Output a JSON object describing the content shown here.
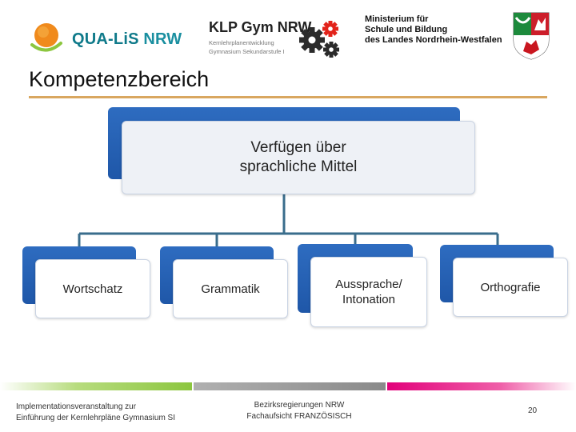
{
  "header": {
    "logo_qualis_main": "QUA-LiS",
    "logo_qualis_nrw": " NRW",
    "klp_title": "KLP Gym NRW",
    "klp_sub1": "Kernlehrplanentwicklung",
    "klp_sub2": "Gymnasium Sekundarstufe I",
    "ministry_line1": "Ministerium für",
    "ministry_line2": "Schule und Bildung",
    "ministry_line3": "des Landes Nordrhein-Westfalen"
  },
  "title": "Kompetenzbereich",
  "diagram": {
    "root": {
      "line1": "Verfügen über",
      "line2": "sprachliche Mittel"
    },
    "children": [
      {
        "line1": "Wortschatz",
        "line2": ""
      },
      {
        "line1": "Grammatik",
        "line2": ""
      },
      {
        "line1": "Aussprache/",
        "line2": "Intonation"
      },
      {
        "line1": "Orthografie",
        "line2": ""
      }
    ]
  },
  "footer": {
    "left_line1": "Implementationsveranstaltung zur",
    "left_line2": "Einführung der Kernlehrpläne Gymnasium SI",
    "center_line1": "Bezirksregierungen NRW",
    "center_line2": "Fachaufsicht FRANZÖSISCH",
    "page": "20"
  },
  "colors": {
    "box_shadow": "#1f57a8",
    "connector": "#3a6d8c",
    "title_rule": "#d9a760",
    "footer_green": "#8cc63f",
    "footer_gray": "#8a8a8a",
    "footer_pink": "#e2007a"
  }
}
